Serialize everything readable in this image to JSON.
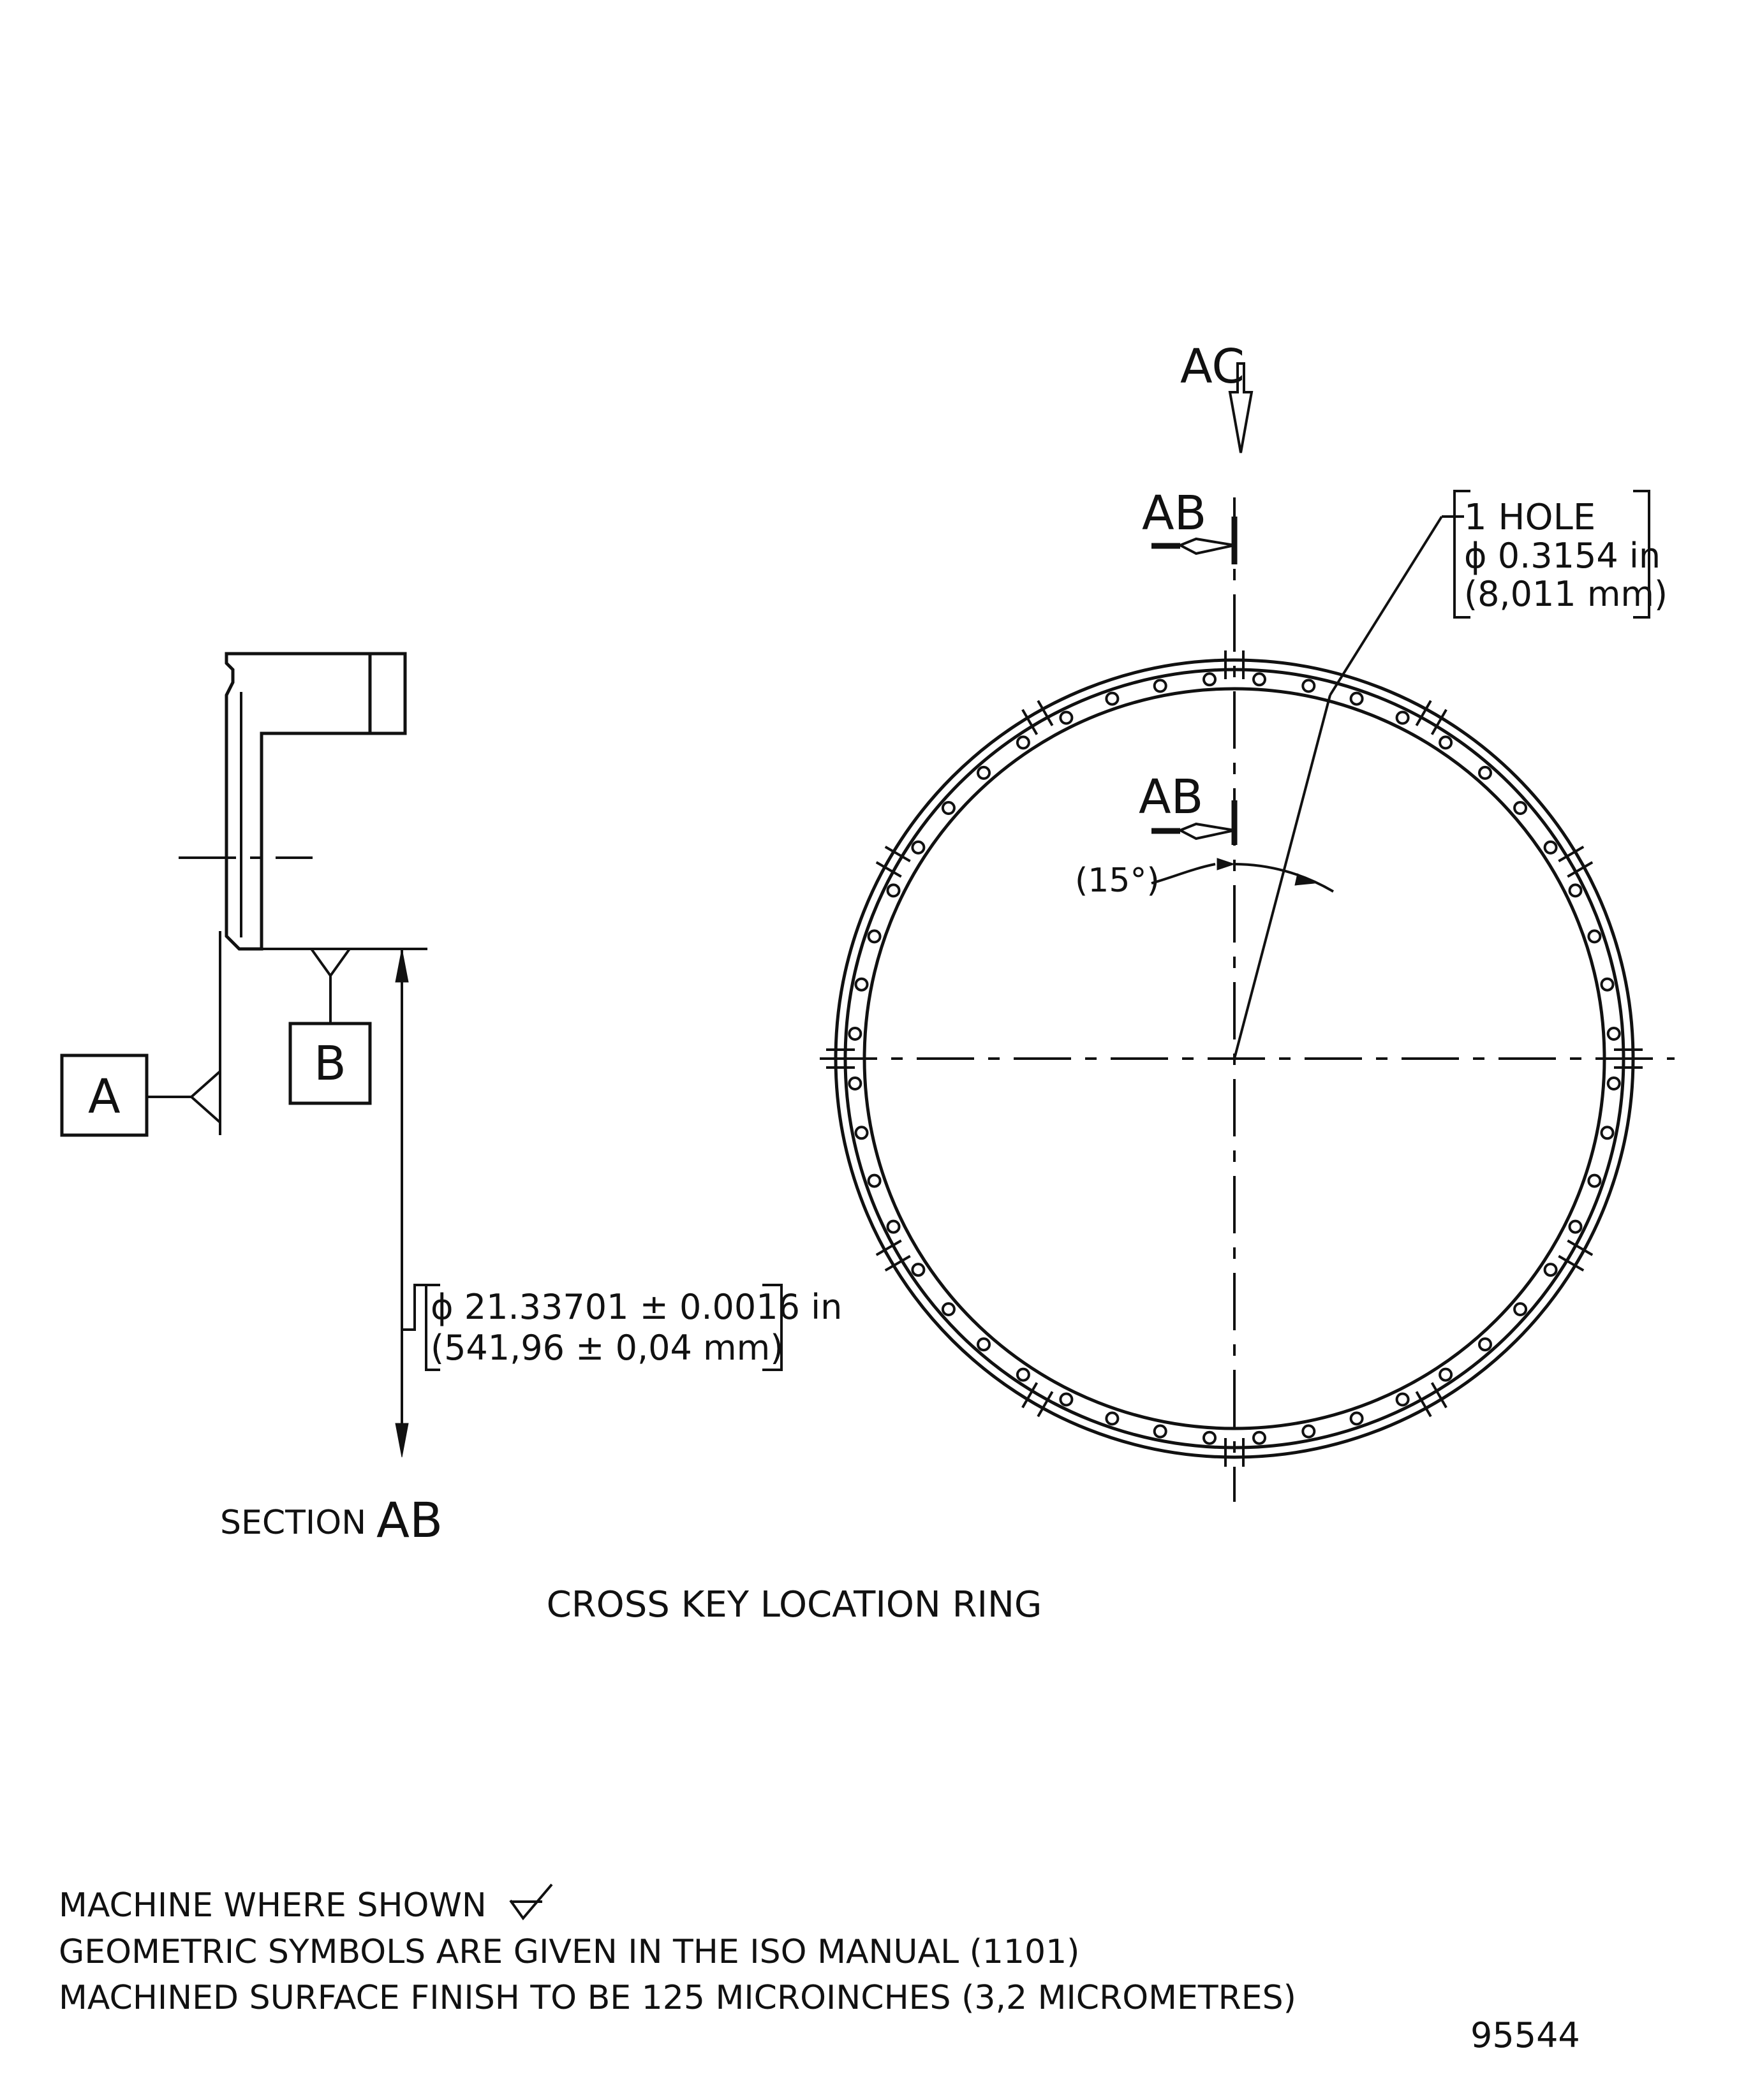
{
  "ring": {
    "view_label": "AC",
    "section_label_top": "AB",
    "section_label_mid": "AB",
    "angle_label": "(15°)",
    "hole_callout": {
      "line1": "1 HOLE",
      "line2": "ϕ 0.3154 in",
      "line3": "(8,011 mm)"
    }
  },
  "section": {
    "datum_a": "A",
    "datum_b": "B",
    "diameter_in": "ϕ 21.33701 ± 0.0016 in",
    "diameter_mm": "(541,96 ± 0,04 mm)",
    "caption_prefix": "SECTION",
    "caption_label": "AB"
  },
  "title": "CROSS KEY LOCATION RING",
  "notes": [
    "MACHINE WHERE SHOWN",
    "GEOMETRIC SYMBOLS ARE GIVEN IN THE ISO MANUAL (1101)",
    "MACHINED SURFACE FINISH TO BE 125 MICROINCHES (3,2 MICROMETRES)"
  ],
  "drawing_number": "95544"
}
